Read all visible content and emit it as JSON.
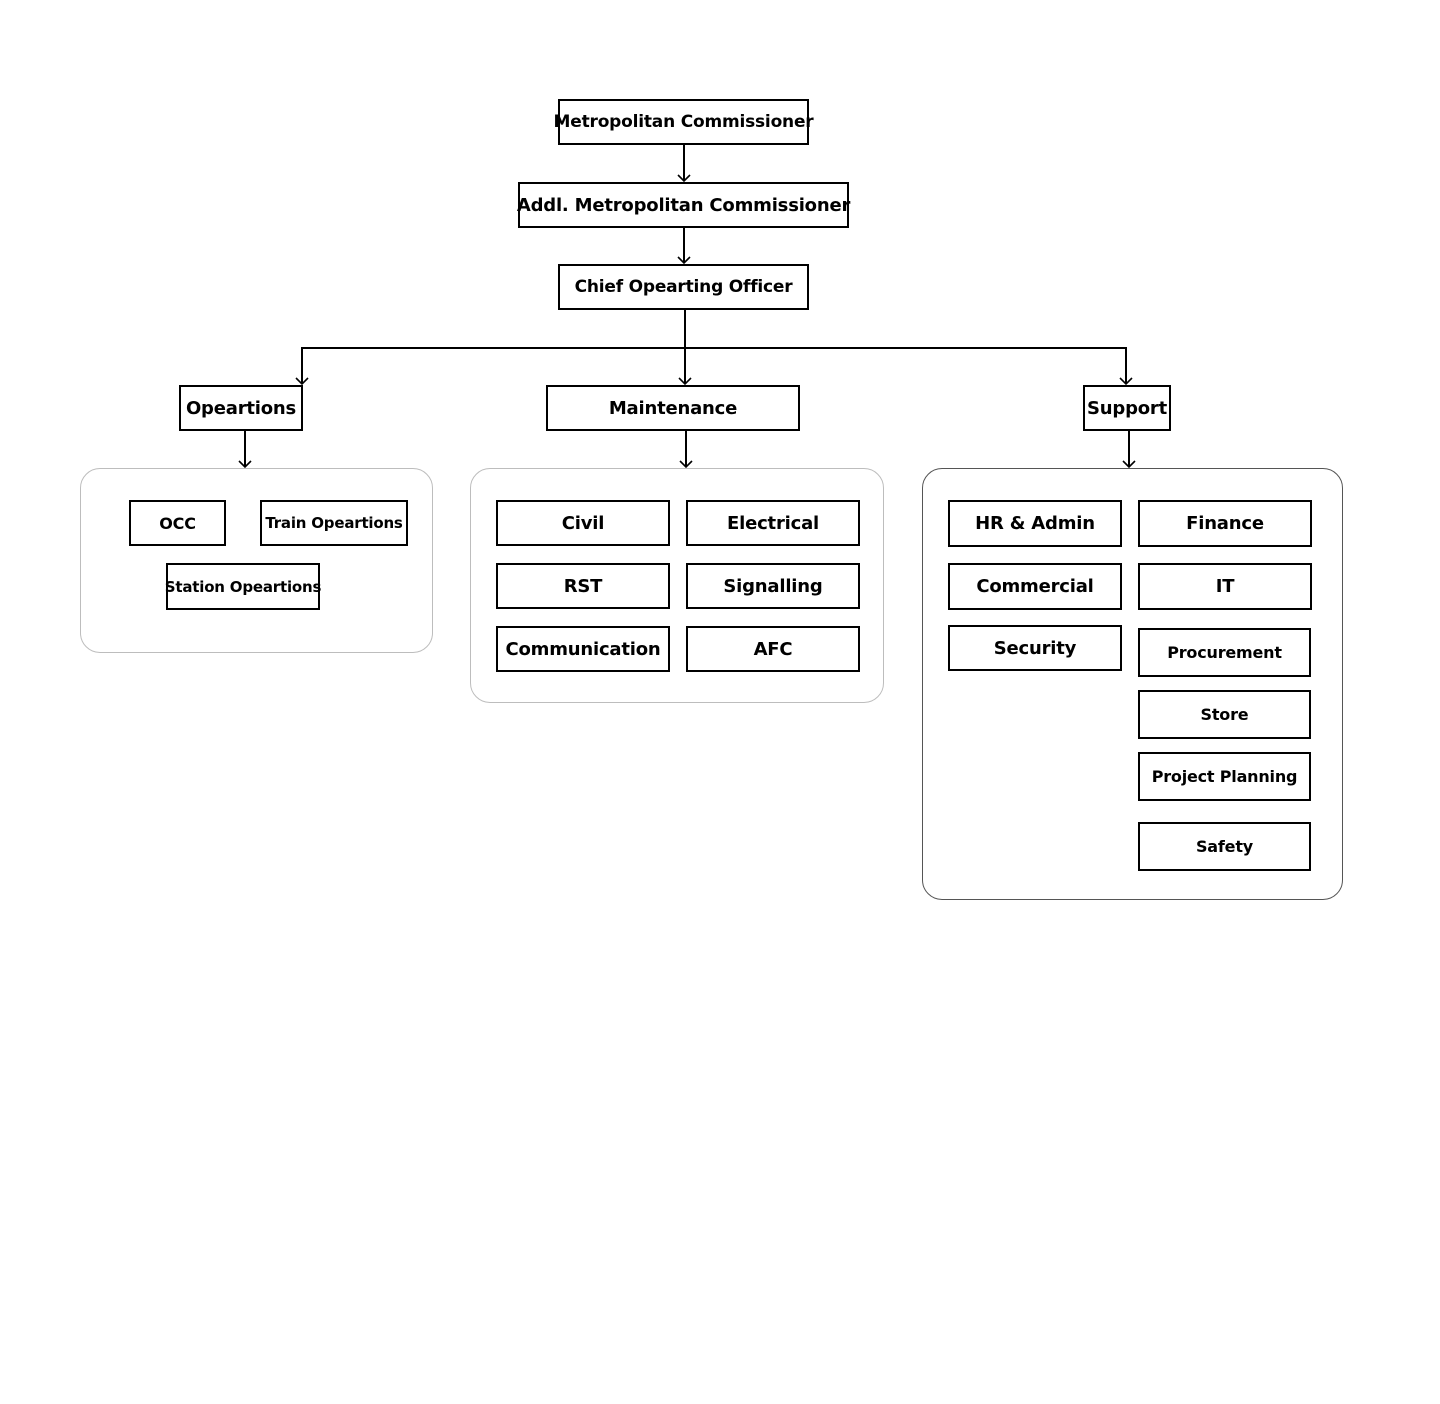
{
  "top": {
    "commissioner": "Metropolitan Commissioner",
    "addl_commissioner": "Addl. Metropolitan Commissioner",
    "coo": "Chief Opearting Officer"
  },
  "departments": {
    "operations": {
      "title": "Opeartions",
      "units": [
        "OCC",
        "Train Opeartions",
        "Station Opeartions"
      ]
    },
    "maintenance": {
      "title": "Maintenance",
      "units": [
        "Civil",
        "Electrical",
        "RST",
        "Signalling",
        "Communication",
        "AFC"
      ]
    },
    "support": {
      "title": "Support",
      "units": [
        "HR & Admin",
        "Finance",
        "Commercial",
        "IT",
        "Security",
        "Procurement",
        "Store",
        "Project Planning",
        "Safety"
      ]
    }
  }
}
